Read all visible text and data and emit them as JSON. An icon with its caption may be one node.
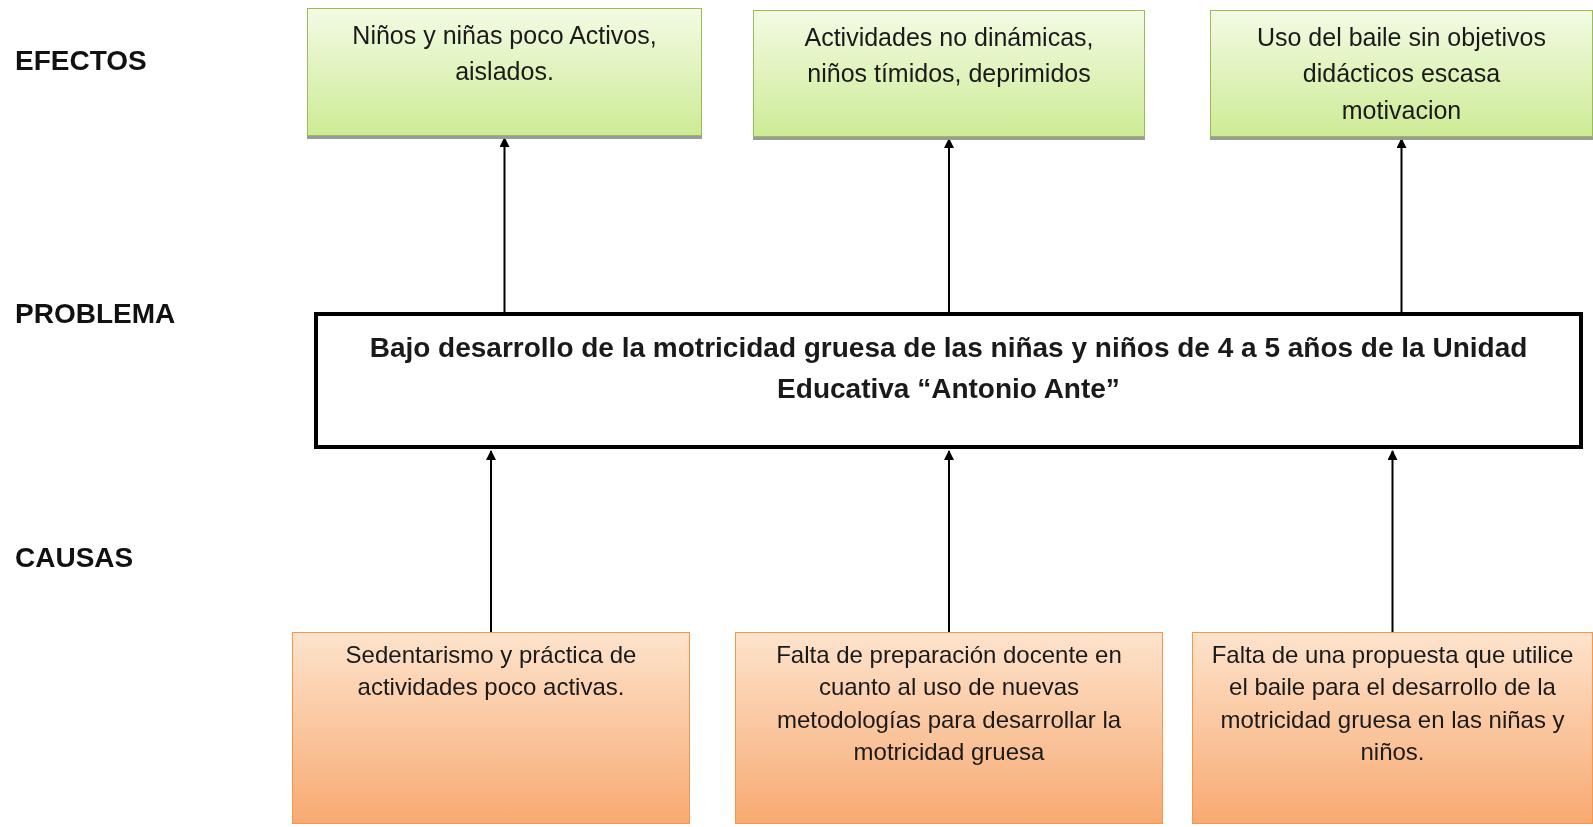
{
  "diagram": {
    "nodes": [
      {
        "text": [
          "Niños y niñas poco Activos, aislados."
        ]
      },
      {
        "text": [
          "Actividades no dinámicas, niños tímidos, deprimidos"
        ]
      },
      {
        "text": [
          "Uso del baile sin objetivos didácticos escasa motivacion"
        ]
      },
      {
        "text": [
          "Bajo desarrollo de la motricidad gruesa de las niñas y  niños de 4 a 5 años de la Unidad Educativa “Antonio Ante”"
        ]
      },
      {
        "text": [
          "Sedentarismo y práctica de actividades poco activas."
        ]
      },
      {
        "text": [
          "Falta de preparación docente en cuanto al uso de nuevas metodologías para desarrollar la motricidad gruesa"
        ]
      },
      {
        "text": [
          "Falta de una propuesta que utilice el baile  para el desarrollo de la motricidad gruesa en las niñas y niños."
        ]
      }
    ],
    "edges": [
      {
        "from": 3,
        "to": 0,
        "arrow": "to"
      },
      {
        "from": 3,
        "to": 1,
        "arrow": "to"
      },
      {
        "from": 3,
        "to": 2,
        "arrow": "to"
      },
      {
        "from": 4,
        "to": 3,
        "arrow": "to"
      },
      {
        "from": 5,
        "to": 3,
        "arrow": "to"
      },
      {
        "from": 6,
        "to": 3,
        "arrow": "to"
      }
    ],
    "labels": [
      "EFECTOS",
      "PROBLEMA",
      "CAUSAS"
    ]
  }
}
